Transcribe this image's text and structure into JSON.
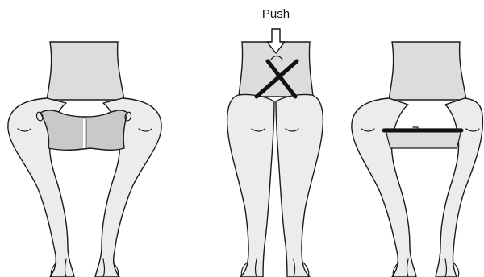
{
  "label": {
    "push": "Push"
  },
  "figures": [
    {
      "id": "brace-applied-padded-band",
      "device": "padded-band"
    },
    {
      "id": "brace-crossed-straps-push",
      "device": "crossed-straps"
    },
    {
      "id": "brace-locked-bar",
      "device": "bar"
    }
  ],
  "colors": {
    "skin": "#ececec",
    "waist": "#dcdcdc",
    "pad": "#c9c9c9",
    "strap": "#111111",
    "ink": "#1a1a1a"
  }
}
